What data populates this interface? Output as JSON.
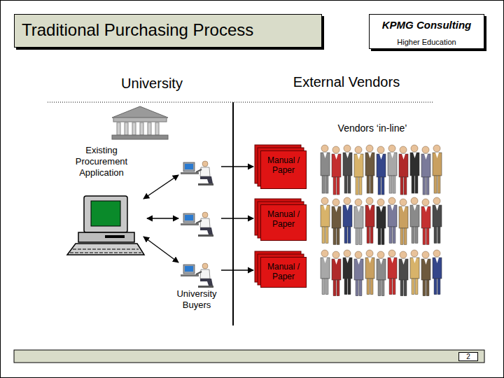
{
  "diagram": {
    "title": "Traditional Purchasing Process",
    "nodes": [
      {
        "text": [
          "KPMG Consulting",
          "Higher Education"
        ]
      },
      {
        "text": [
          "Manual / Paper"
        ]
      },
      {
        "text": [
          "Manual / Paper"
        ]
      },
      {
        "text": [
          "Manual / Paper"
        ]
      },
      {
        "text": [
          "2"
        ]
      }
    ],
    "labels": [
      "University",
      "External Vendors",
      "Vendors ‘in-line’",
      "Existing Procurement Application",
      "University Buyers"
    ]
  }
}
